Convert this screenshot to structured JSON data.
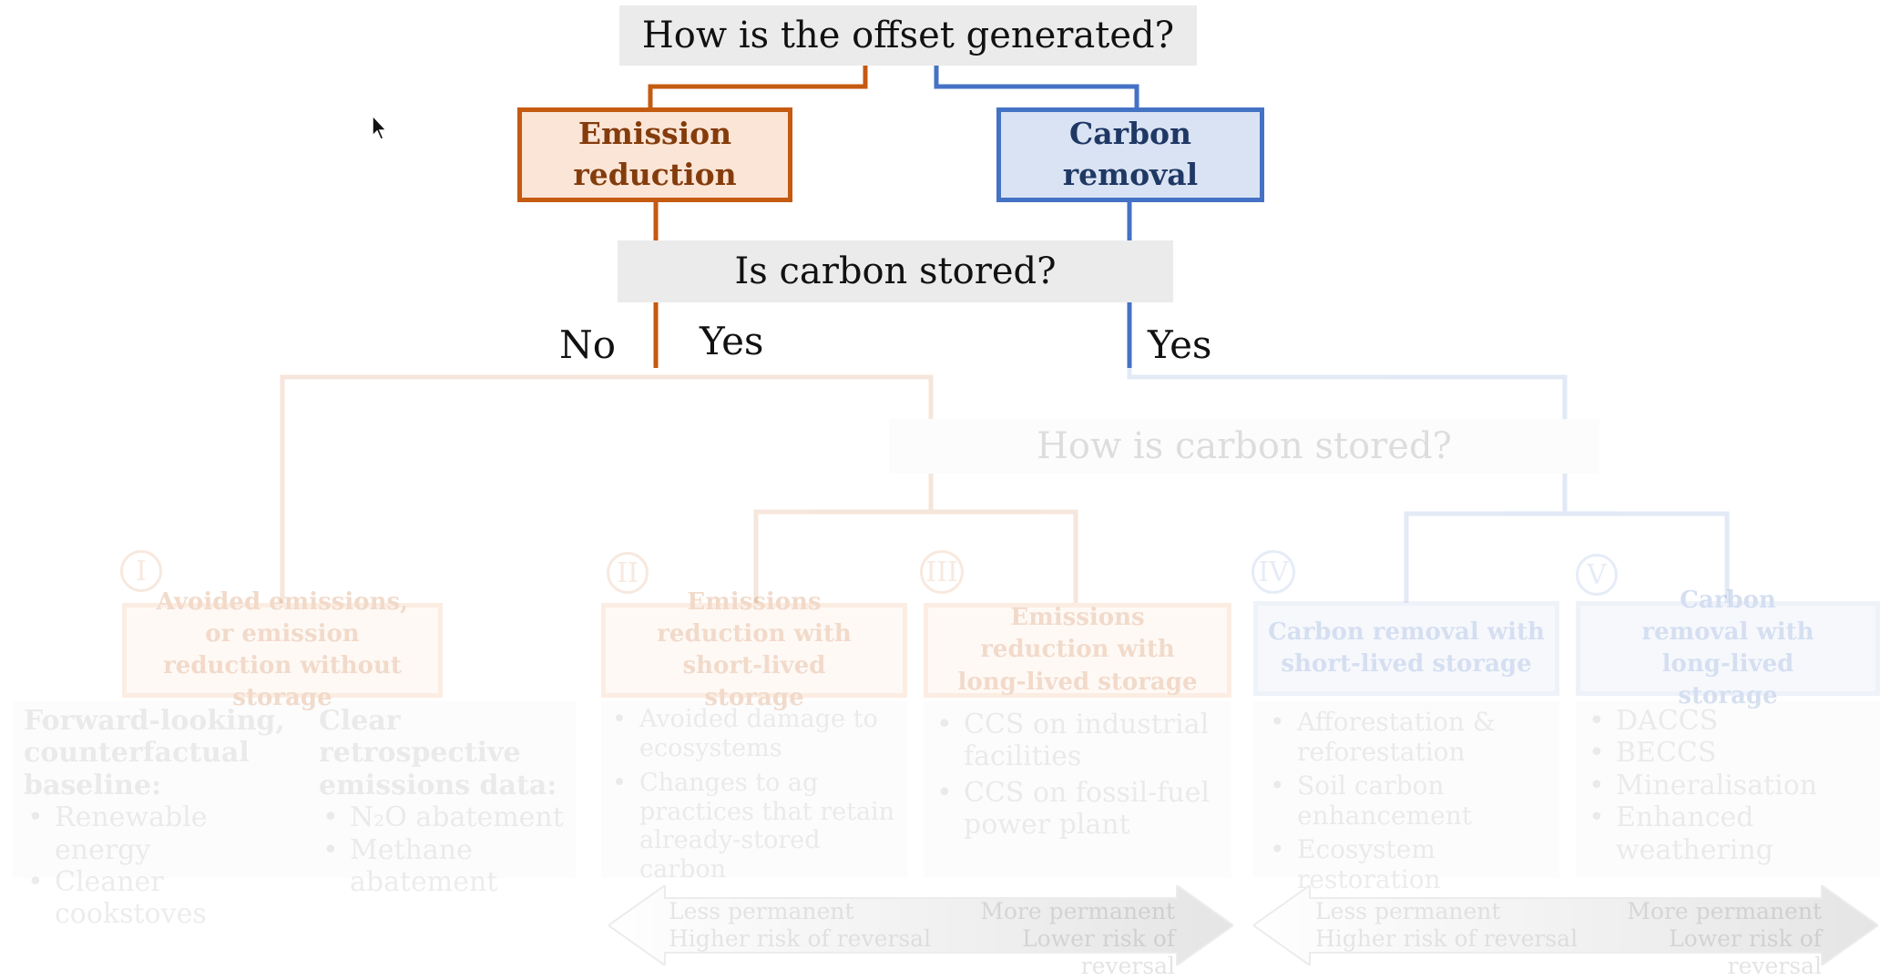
{
  "q1": "How is the offset generated?",
  "q2": "Is carbon stored?",
  "q3": "How is carbon stored?",
  "branch_emission": "Emission reduction",
  "branch_removal": "Carbon removal",
  "label_no": "No",
  "label_yes_left": "Yes",
  "label_yes_right": "Yes",
  "colors": {
    "orange": "#c55a11",
    "orange_fill": "#fbe5d6",
    "blue": "#4472c4",
    "blue_fill": "#dae3f3",
    "blue_text": "#1f3864",
    "orange_text": "#843c0c",
    "grey": "#ebebeb"
  },
  "categories": [
    {
      "num": "I",
      "title": "Avoided emissions, or emission reduction without storage"
    },
    {
      "num": "II",
      "title": "Emissions reduction with short-lived storage"
    },
    {
      "num": "III",
      "title": "Emissions reduction with long-lived storage"
    },
    {
      "num": "IV",
      "title": "Carbon removal with short-lived storage"
    },
    {
      "num": "V",
      "title": "Carbon removal with long-lived storage"
    }
  ],
  "panel1": {
    "col1_head": "Forward-looking, counterfactual baseline",
    "col1_items": [
      "Renewable energy",
      "Cleaner cookstoves"
    ],
    "col2_head": "Clear retrospective emissions data",
    "col2_items": [
      "N₂O abatement",
      "Methane abatement"
    ]
  },
  "panel2": [
    "Avoided damage to ecosystems",
    "Changes to ag practices that retain already-stored carbon"
  ],
  "panel3": [
    "CCS on industrial facilities",
    "CCS on fossil-fuel power plant"
  ],
  "panel4": [
    "Afforestation & reforestation",
    "Soil carbon enhancement",
    "Ecosystem restoration"
  ],
  "panel5": [
    "DACCS",
    "BECCS",
    "Mineralisation",
    "Enhanced weathering"
  ],
  "arrow": {
    "left_1": "Less permanent",
    "left_2": "Higher risk of reversal",
    "right_1": "More permanent",
    "right_2": "Lower risk of reversal"
  },
  "cursor_icon": "mouse-pointer-icon"
}
